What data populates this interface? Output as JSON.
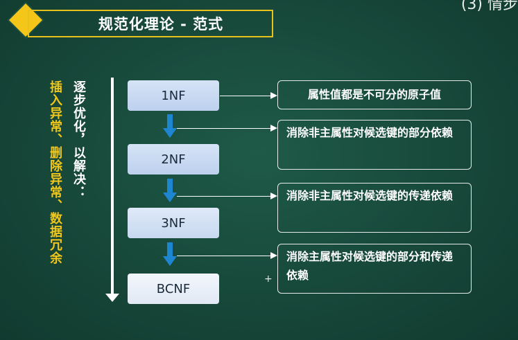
{
  "title": "规范化理论 - 范式",
  "corner_partial_text": "(3) 情步",
  "side_text": {
    "yellow": "插入异常、删除异常、数据冗余",
    "white": "逐步优化，以解决："
  },
  "normal_forms": [
    "1NF",
    "2NF",
    "3NF",
    "BCNF"
  ],
  "descriptions": [
    "属性值都是不可分的原子值",
    "消除非主属性对候选键的部分依赖",
    "消除非主属性对候选键的传递依赖",
    "消除主属性对候选键的部分和传递依赖"
  ],
  "colors": {
    "accent_yellow": "#f2c71b",
    "arrow_blue": "#1e86d0",
    "background": "#17483a"
  }
}
